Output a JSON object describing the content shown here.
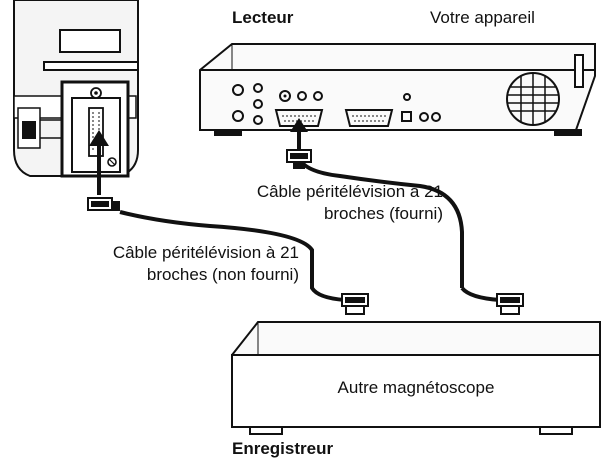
{
  "labels": {
    "player": "Lecteur",
    "your_device": "Votre appareil",
    "cable_supplied_line1": "Câble péritélévision à 21",
    "cable_supplied_line2": "broches (fourni)",
    "cable_not_supplied_line1": "Câble péritélévision à 21",
    "cable_not_supplied_line2": "broches (non fourni)",
    "other_vcr": "Autre magnétoscope",
    "recorder": "Enregistreur"
  },
  "colors": {
    "line": "#111111",
    "background": "#ffffff",
    "tv_body": "#f2f2f2"
  }
}
